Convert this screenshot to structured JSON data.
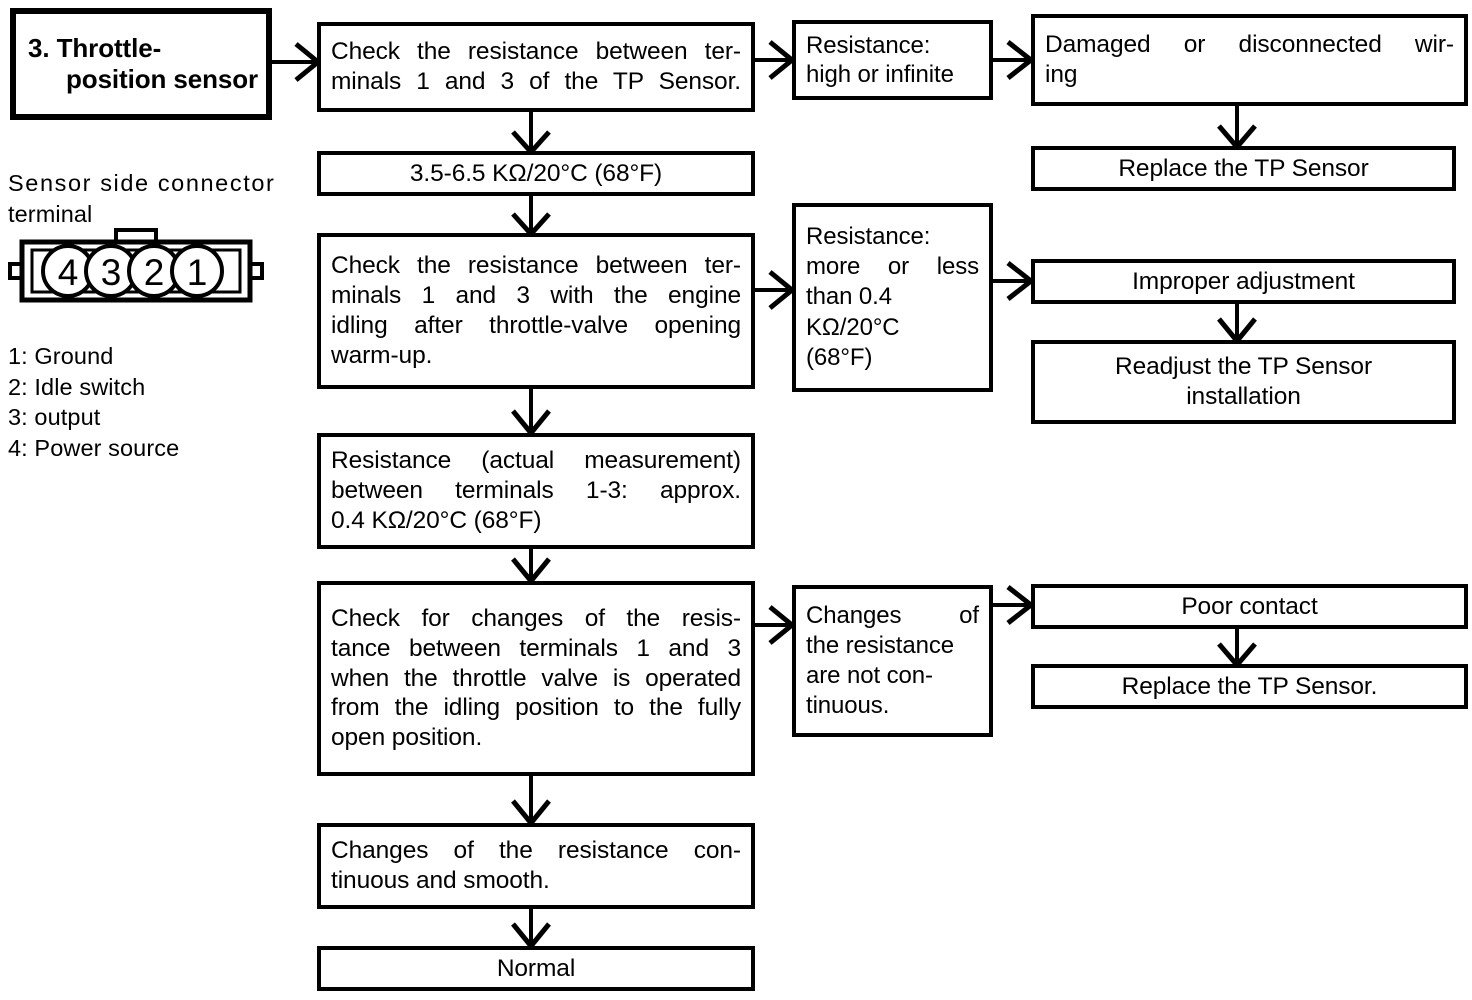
{
  "diagram": {
    "title_box": {
      "line1": "3. Throttle-",
      "line2": "position sensor"
    },
    "connector_legend": {
      "heading_line1": "Sensor side connector",
      "heading_line2": "terminal",
      "pins": [
        "4",
        "3",
        "2",
        "1"
      ],
      "items": [
        "1: Ground",
        "2: Idle switch",
        "3: output",
        "4: Power source"
      ]
    },
    "main_column": [
      {
        "id": "check-1-3-tp-sensor",
        "lines": [
          "Check the resistance between ter-",
          "minals 1 and 3 of the TP Sensor."
        ]
      },
      {
        "id": "spec-3p5-6p5",
        "lines": [
          "3.5-6.5 KΩ/20°C (68°F)"
        ]
      },
      {
        "id": "check-1-3-engine-idling",
        "lines": [
          "Check the resistance between ter-",
          "minals 1 and 3 with the engine",
          "idling after throttle-valve opening",
          "warm-up."
        ]
      },
      {
        "id": "actual-measurement",
        "lines": [
          "Resistance (actual measurement)",
          "between terminals 1-3: approx.",
          "0.4 KΩ/20°C (68°F)"
        ]
      },
      {
        "id": "check-changes-of-resistance",
        "lines": [
          "Check for changes of the resis-",
          "tance between terminals 1 and 3",
          "when the throttle valve is operated",
          "from the idling position to the fully",
          "open position."
        ]
      },
      {
        "id": "changes-continuous-smooth",
        "lines": [
          "Changes of the resistance con-",
          "tinuous and smooth."
        ]
      },
      {
        "id": "normal",
        "lines": [
          "Normal"
        ]
      }
    ],
    "branches": [
      {
        "id": "branch-high-or-infinite",
        "condition": {
          "id": "cond-high-or-infinite",
          "lines": [
            "Resistance:",
            "high or infinite"
          ]
        },
        "cause": {
          "id": "cause-damaged-wiring",
          "lines": [
            "Damaged or disconnected wir-",
            "ing"
          ]
        },
        "action": {
          "id": "action-replace-tp-sensor",
          "lines": [
            "Replace the TP Sensor"
          ]
        }
      },
      {
        "id": "branch-more-or-less-0p4",
        "condition": {
          "id": "cond-more-or-less-0p4",
          "lines": [
            "Resistance:",
            "more or less",
            "than 0.4",
            "KΩ/20°C",
            "(68°F)"
          ]
        },
        "cause": {
          "id": "cause-improper-adjustment",
          "lines": [
            "Improper adjustment"
          ]
        },
        "action": {
          "id": "action-readjust-tp-sensor",
          "lines": [
            "Readjust the TP Sensor",
            "installation"
          ]
        }
      },
      {
        "id": "branch-not-continuous",
        "condition": {
          "id": "cond-not-continuous",
          "lines": [
            "Changes of",
            "the resistance",
            "are not con-",
            "tinuous."
          ]
        },
        "cause": {
          "id": "cause-poor-contact",
          "lines": [
            "Poor contact"
          ]
        },
        "action": {
          "id": "action-replace-tp-sensor-2",
          "lines": [
            "Replace the TP Sensor."
          ]
        }
      }
    ],
    "colors": {
      "ink": "#000000",
      "paper": "#ffffff"
    }
  }
}
